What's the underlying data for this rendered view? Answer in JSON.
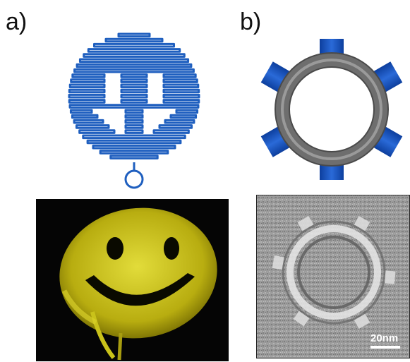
{
  "panels": {
    "a": {
      "label": "a)"
    },
    "b": {
      "label": "b)"
    }
  },
  "tem": {
    "scale_bar_label": "20nm"
  },
  "colors": {
    "dna_blue": "#1f5fbf",
    "ring_gray": "#7a7a7a",
    "afm_yellow": "#c9c21a",
    "afm_background": "#050505",
    "tem_gray": "#9a9a9a"
  }
}
